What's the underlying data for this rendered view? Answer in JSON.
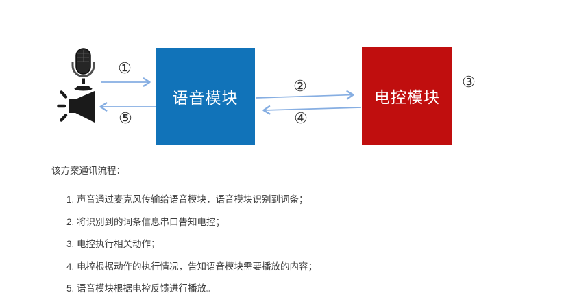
{
  "diagram": {
    "voice_module_label": "语音模块",
    "control_module_label": "电控模块",
    "badges": [
      "①",
      "②",
      "③",
      "④",
      "⑤"
    ],
    "icons": [
      "microphone-icon",
      "speaker-icon"
    ],
    "colors": {
      "voice_box": "#1173B9",
      "control_box": "#C00E0E",
      "arrow": "#86AEE2",
      "badge_text": "#2d2d2d",
      "box_text": "#ffffff"
    }
  },
  "flow": {
    "title": "该方案通讯流程：",
    "steps": [
      "1. 声音通过麦克风传输给语音模块，语音模块识别到词条；",
      "2. 将识别到的词条信息串口告知电控；",
      "3. 电控执行相关动作；",
      "4. 电控根据动作的执行情况，告知语音模块需要播放的内容；",
      "5. 语音模块根据电控反馈进行播放。"
    ],
    "text_color": "#3d3d3d"
  }
}
